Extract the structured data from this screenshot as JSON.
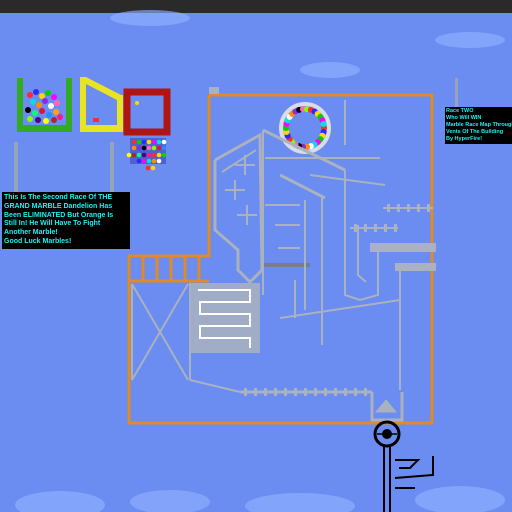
{
  "window": {
    "title_bar": ""
  },
  "colors": {
    "sky": "#6b8cf0",
    "track_border": "#e08a2a",
    "track_gray": "#aab1bf",
    "info_bg": "#000000",
    "info_text": "#1ef0f0",
    "bucket_green": "#33aa22",
    "bucket_yellow": "#e8e422",
    "bucket_red": "#b01515"
  },
  "info_left": {
    "lines": [
      "This Is The Second Race Of THE",
      "GRAND MARBLE Dandelion Has",
      "Been ELIMINATED But Orange Is",
      "Still In! He Will Have To Fight",
      "Another Marble!",
      "Good Luck Marbles!"
    ]
  },
  "info_right": {
    "lines": [
      "Race TWO",
      "Who Will WIN",
      "Marble Race Map Through",
      "Vents Of The Building",
      "By HyperFire!"
    ]
  },
  "icons": {
    "finish": "target-icon",
    "cloud": "cloud-icon"
  }
}
